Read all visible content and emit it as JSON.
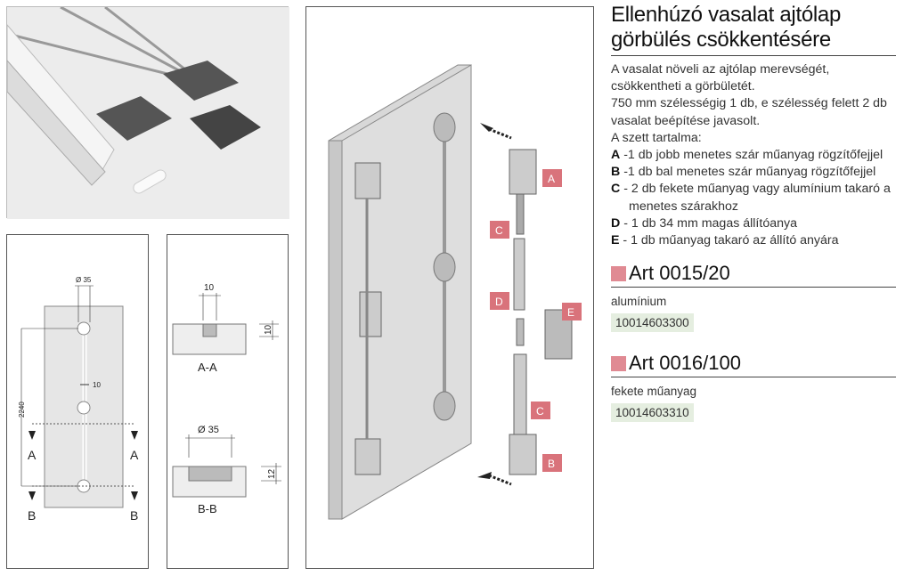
{
  "title_line1": "Ellenhúzó vasalat ajtólap",
  "title_line2": "görbülés csökkentésére",
  "description": [
    "A vasalat növeli az ajtólap merevségét,",
    "csökkentheti a görbületét.",
    "750 mm szélességig 1 db, e szélesség felett 2 db",
    "vasalat beépítése javasolt.",
    "A szett tartalma:"
  ],
  "contents": [
    {
      "key": "A",
      "text": " -1 db jobb menetes szár műanyag rögzítőfejjel"
    },
    {
      "key": "B",
      "text": " -1 db bal menetes szár műanyag rögzítőfejjel"
    },
    {
      "key": "C",
      "text": " - 2 db fekete műanyag vagy alumínium takaró a",
      "cont": "menetes szárakhoz"
    },
    {
      "key": "D",
      "text": " - 1 db 34 mm magas állítóanya"
    },
    {
      "key": "E",
      "text": " - 1 db műanyag takaró az állító anyára"
    }
  ],
  "articles": [
    {
      "name": "Art 0015/20",
      "material": "alumínium",
      "code": "10014603300"
    },
    {
      "name": "Art 0016/100",
      "material": "fekete műanyag",
      "code": "10014603310"
    }
  ],
  "drill": {
    "diameter": "Ø 35",
    "width": "10",
    "length": "2240",
    "sec_a": "A",
    "sec_b": "B"
  },
  "sections": {
    "aa_width": "10",
    "aa_depth": "10",
    "aa_label": "A-A",
    "bb_diameter": "Ø 35",
    "bb_depth": "12",
    "bb_label": "B-B"
  },
  "assembly_labels": [
    "A",
    "C",
    "D",
    "E",
    "C",
    "B"
  ],
  "colors": {
    "accent": "#e08a93",
    "code_bg": "#e5eee0",
    "label": "#d9737b"
  }
}
